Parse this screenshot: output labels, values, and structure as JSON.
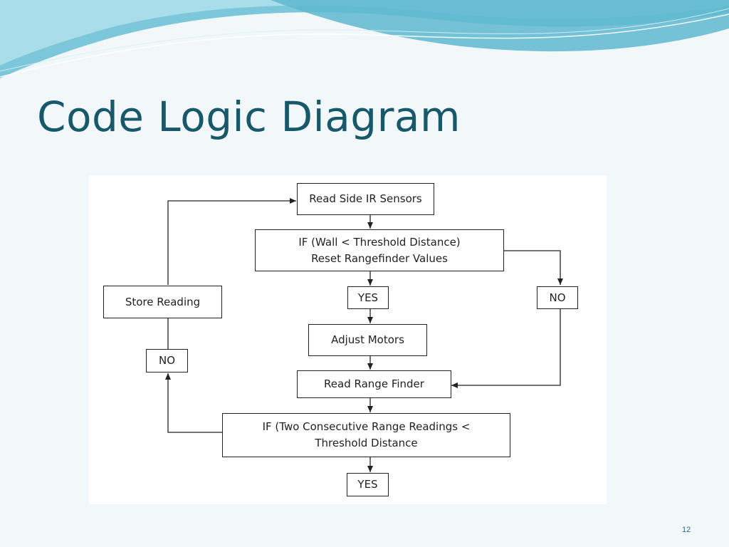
{
  "slide": {
    "title": "Code Logic Diagram",
    "page_number": "12"
  },
  "colors": {
    "title": "#17596b",
    "wave_dark": "#5fb8cf",
    "wave_light": "#a9dde9",
    "background": "#f2f8fa"
  },
  "flowchart": {
    "read_side_ir": "Read Side IR Sensors",
    "if_wall_line1": "IF (Wall < Threshold Distance)",
    "if_wall_line2": "Reset Rangefinder Values",
    "yes_1": "YES",
    "no_right": "NO",
    "store_reading": "Store Reading",
    "adjust_motors": "Adjust Motors",
    "no_left": "NO",
    "read_range_finder": "Read Range Finder",
    "if_two_line1": "IF (Two Consecutive Range Readings <",
    "if_two_line2": "Threshold Distance",
    "yes_2": "YES"
  }
}
